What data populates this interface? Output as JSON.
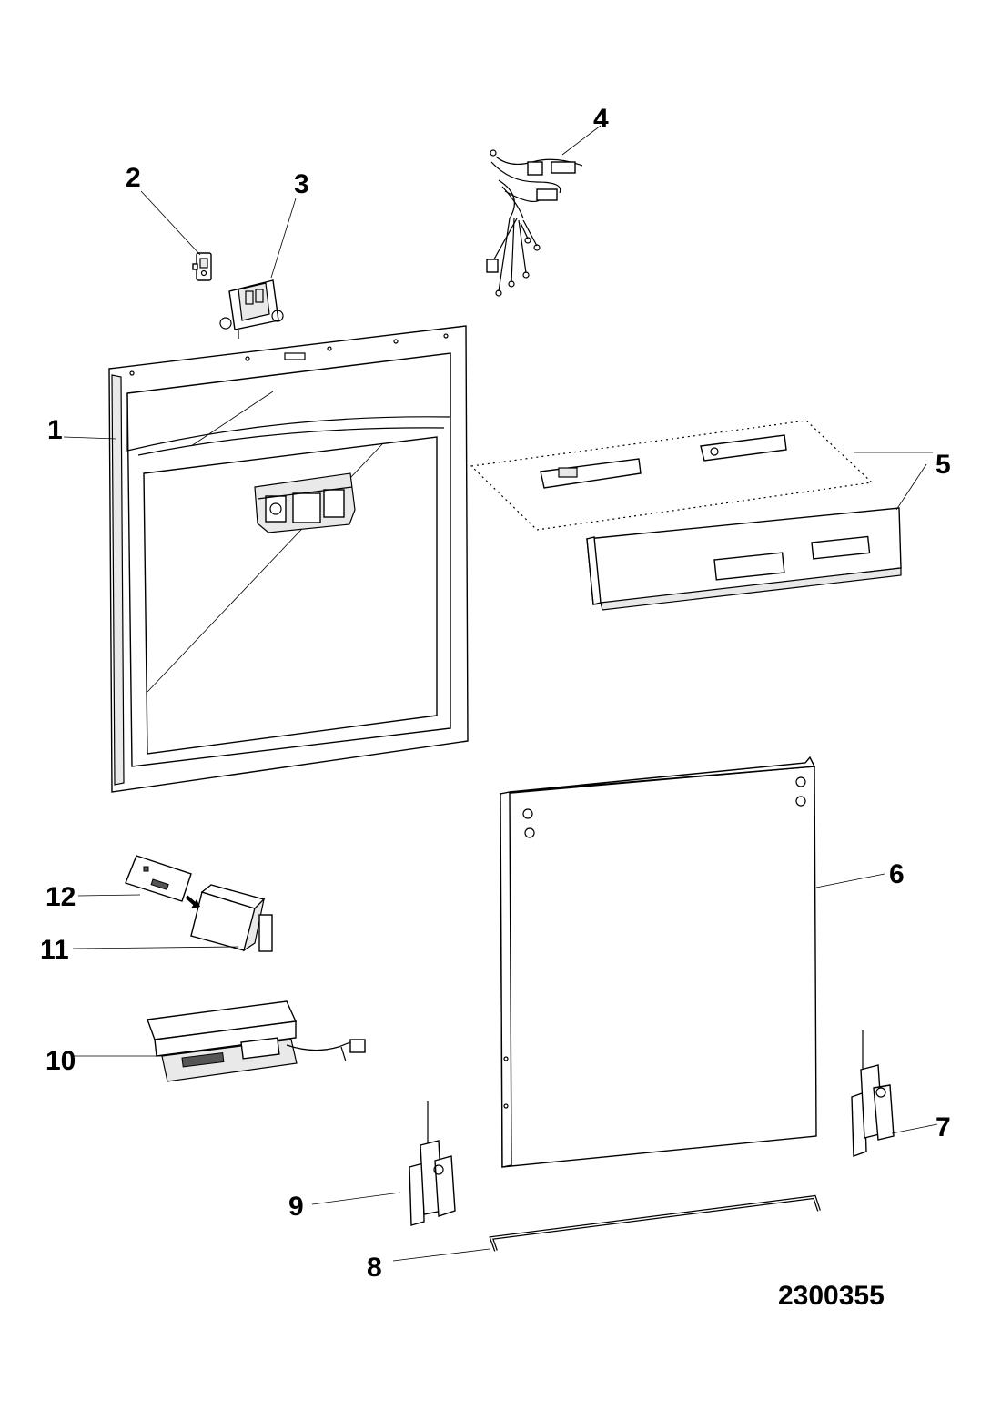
{
  "callouts": [
    {
      "id": "1",
      "label": "1"
    },
    {
      "id": "2",
      "label": "2"
    },
    {
      "id": "3",
      "label": "3"
    },
    {
      "id": "4",
      "label": "4"
    },
    {
      "id": "5",
      "label": "5"
    },
    {
      "id": "6",
      "label": "6"
    },
    {
      "id": "7",
      "label": "7"
    },
    {
      "id": "8",
      "label": "8"
    },
    {
      "id": "9",
      "label": "9"
    },
    {
      "id": "10",
      "label": "10"
    },
    {
      "id": "11",
      "label": "11"
    },
    {
      "id": "12",
      "label": "12"
    }
  ],
  "document_number": "2300355"
}
